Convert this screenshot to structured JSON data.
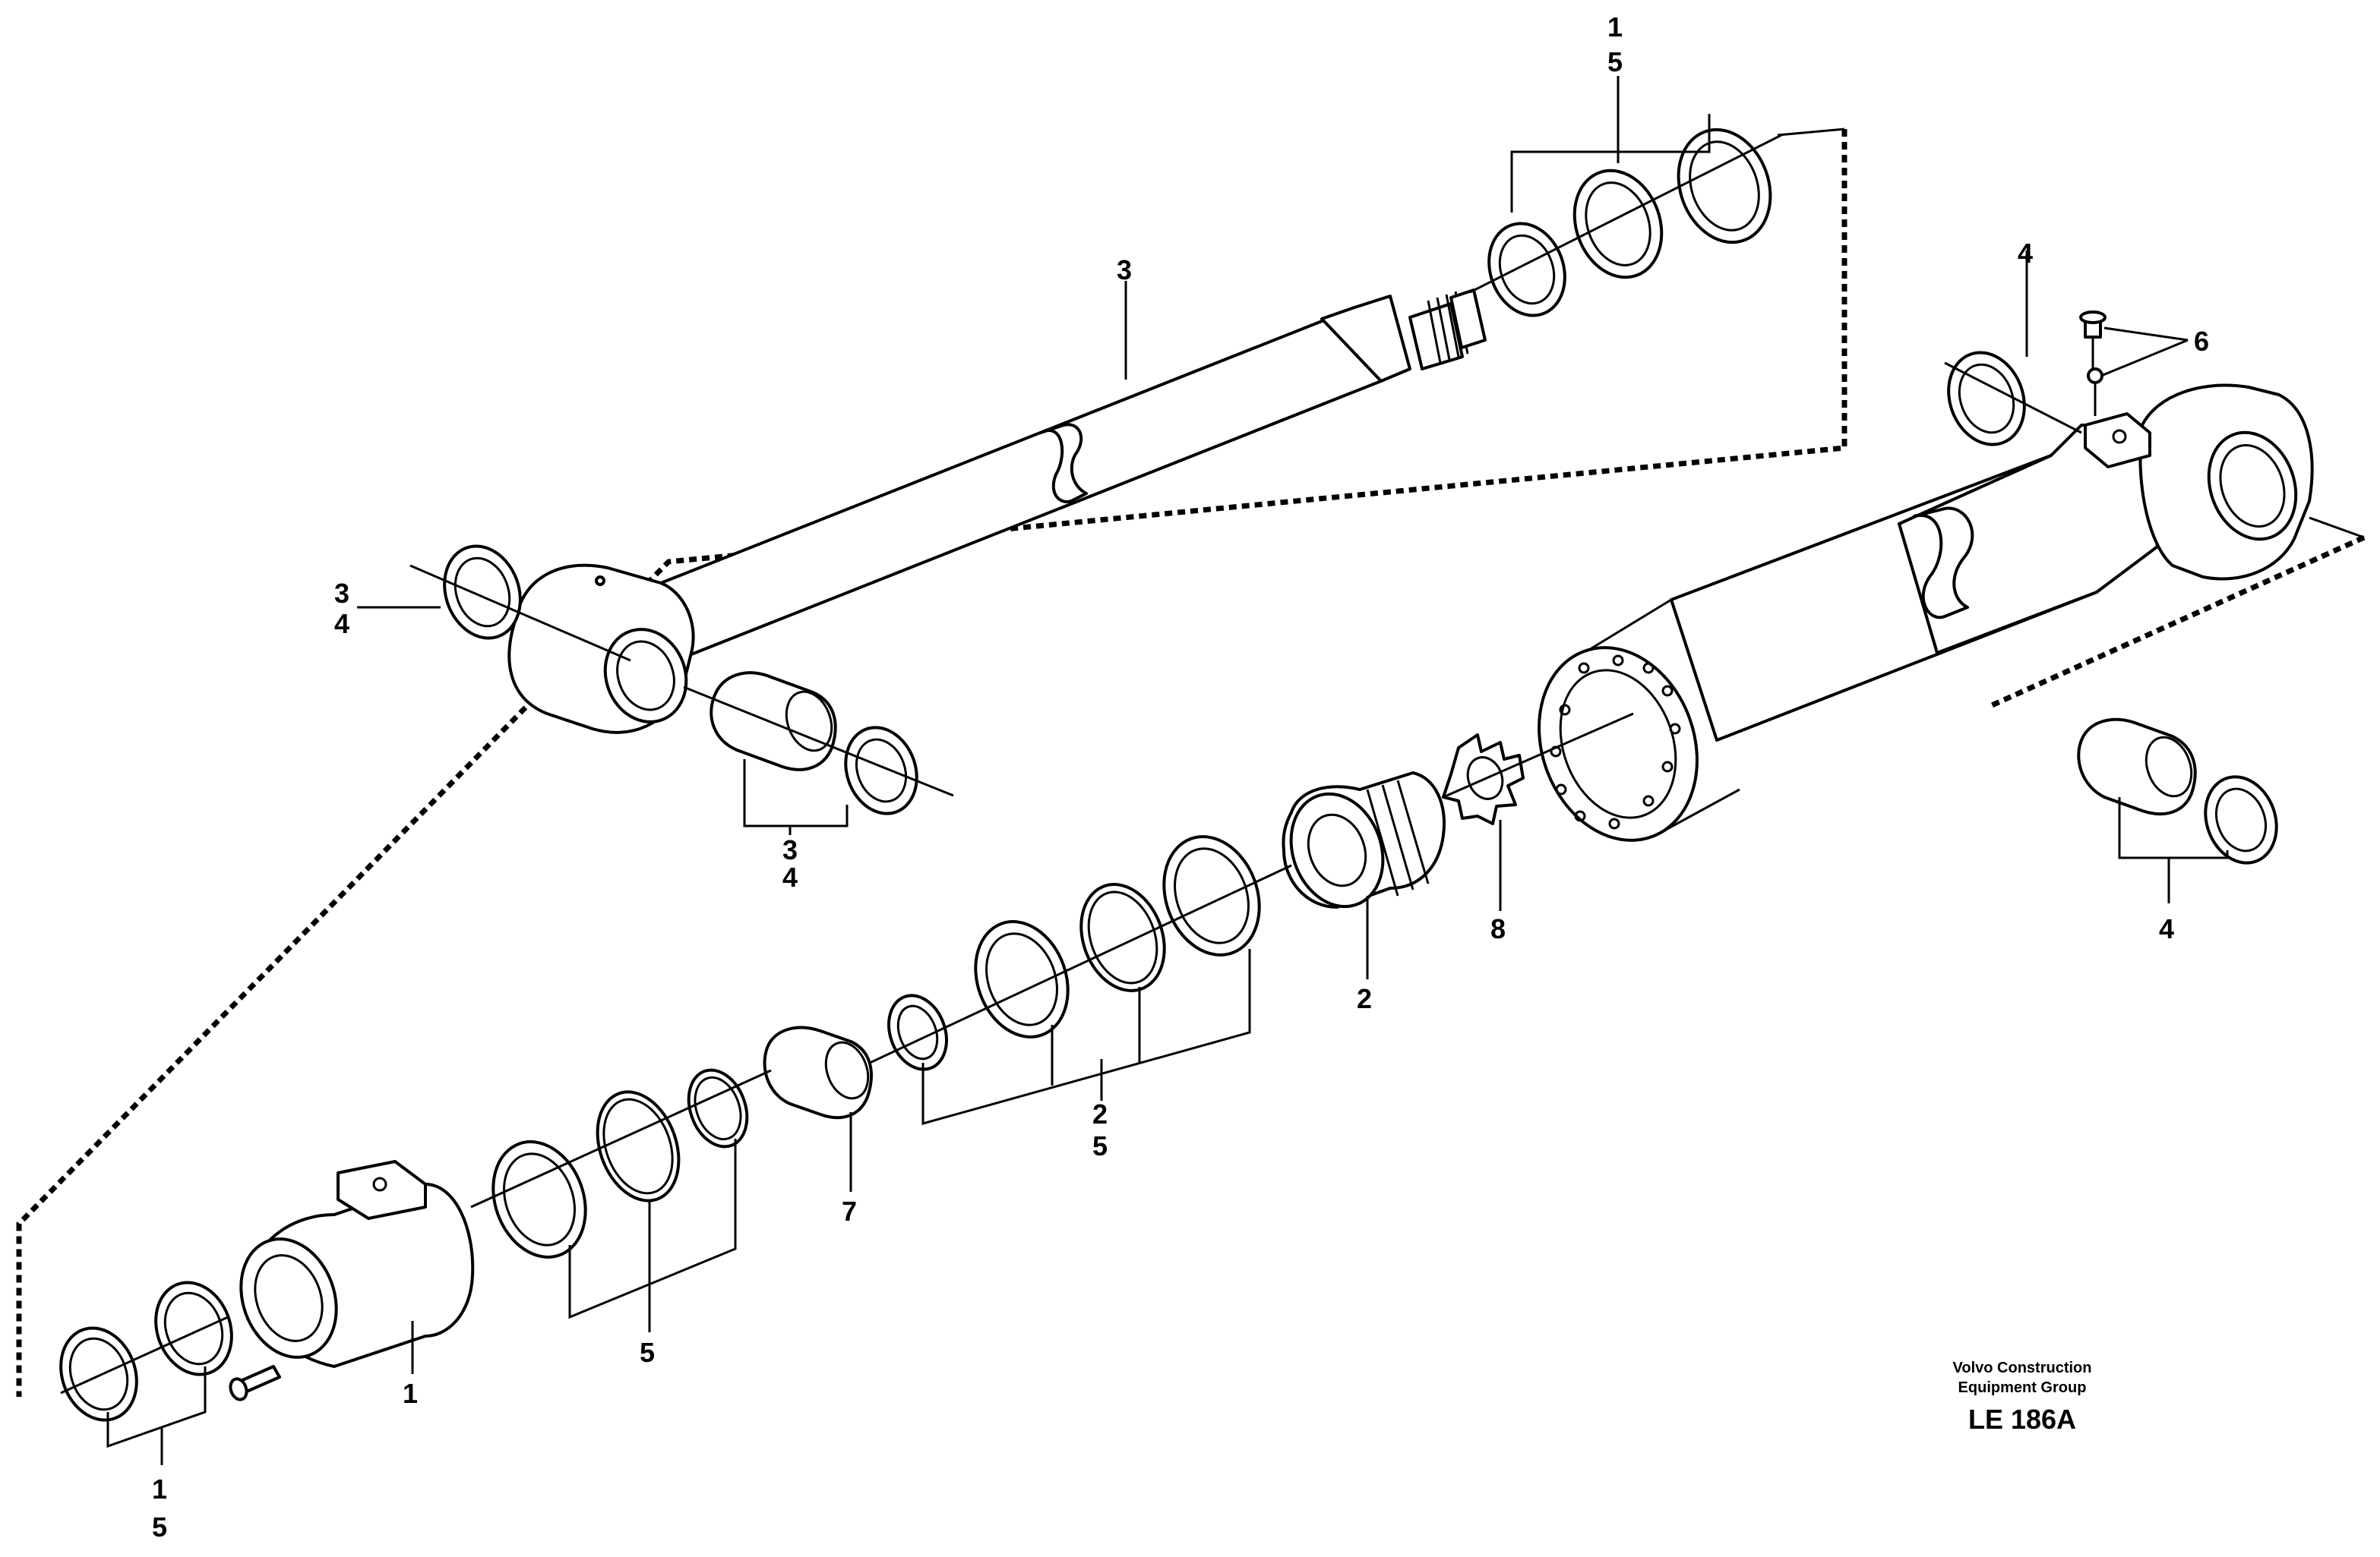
{
  "callouts": {
    "rod_seals_top_a": "1",
    "rod_seals_top_b": "5",
    "piston_rod": "3",
    "rod_eye_seal_a": "3",
    "rod_eye_seal_b": "4",
    "rod_eye_bushing_a": "3",
    "rod_eye_bushing_b": "4",
    "tube_eye_seal": "4",
    "lube_fitting": "6",
    "tube_eye_bushing": "4",
    "lock_nut": "8",
    "piston": "2",
    "piston_seals_a": "2",
    "piston_seals_b": "5",
    "spacer": "7",
    "head_seals": "5",
    "cylinder_head": "1",
    "head_wiper_a": "1",
    "head_wiper_b": "5"
  },
  "credit": {
    "line1": "Volvo Construction",
    "line2": "Equipment Group",
    "code": "LE 186A"
  }
}
